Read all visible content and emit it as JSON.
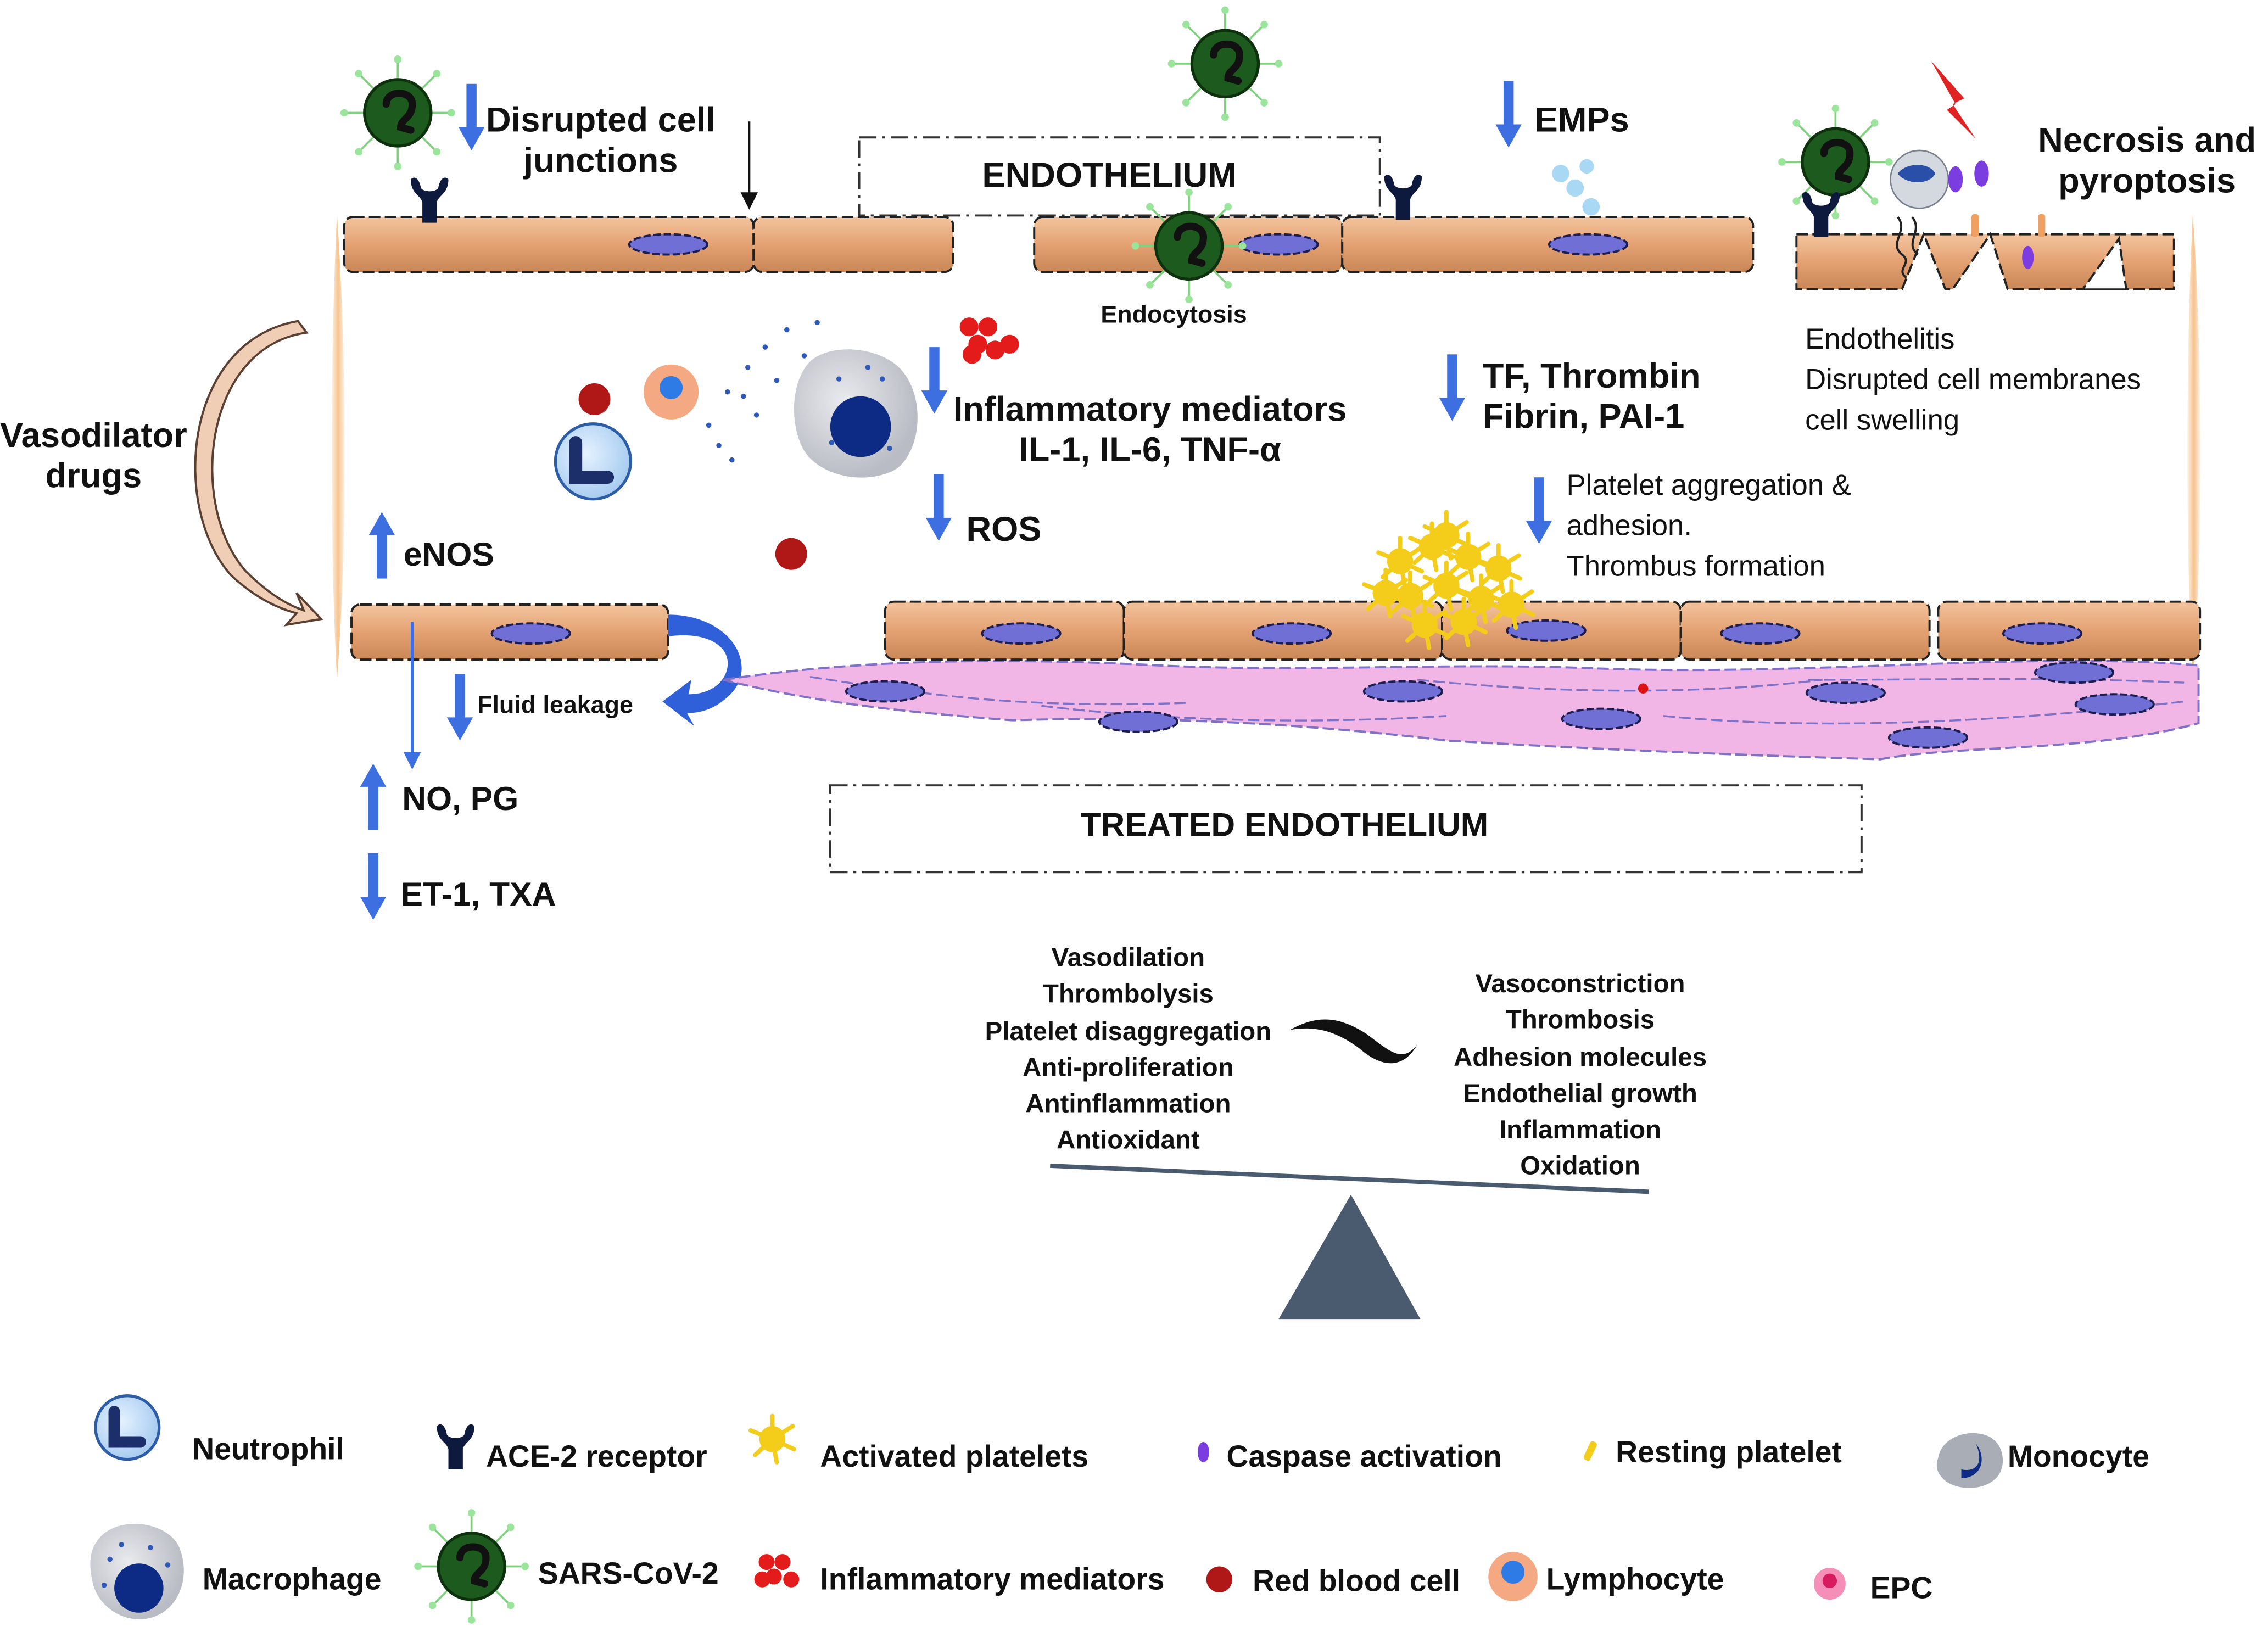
{
  "top_labels": {
    "disrupted_junctions": [
      "Disrupted cell",
      "junctions"
    ],
    "endothelium": "ENDOTHELIUM",
    "emps": "EMPs",
    "necrosis": [
      "Necrosis and",
      "pyroptosis"
    ],
    "endocytosis": "Endocytosis",
    "endothelitis": [
      "Endothelitis",
      "Disrupted cell membranes",
      "cell swelling"
    ]
  },
  "mid_labels": {
    "vasodilator": [
      "Vasodilator",
      "drugs"
    ],
    "inflammatory": [
      "Inflammatory mediators",
      "IL-1, IL-6, TNF-α"
    ],
    "ros": "ROS",
    "tf_thrombin": [
      "TF, Thrombin",
      "Fibrin, PAI-1"
    ],
    "platelet": [
      "Platelet aggregation &",
      "adhesion.",
      "Thrombus formation"
    ],
    "enos": "eNOS",
    "fluid_leakage": "Fluid leakage",
    "no_pg": "NO, PG",
    "et1_txa": "ET-1, TXA",
    "treated": "TREATED ENDOTHELIUM"
  },
  "balance": {
    "left": [
      "Vasodilation",
      "Thrombolysis",
      "Platelet disaggregation",
      "Anti-proliferation",
      "Antinflammation",
      "Antioxidant"
    ],
    "right": [
      "Vasoconstriction",
      "Thrombosis",
      "Adhesion molecules",
      "Endothelial growth",
      "Inflammation",
      "Oxidation"
    ]
  },
  "legend": {
    "neutrophil": "Neutrophil",
    "ace2": "ACE-2 receptor",
    "activated_platelets": "Activated platelets",
    "caspase": "Caspase activation",
    "resting_platelet": "Resting platelet",
    "monocyte": "Monocyte",
    "macrophage": "Macrophage",
    "sarscov2": "SARS-CoV-2",
    "inflammatory_mediators": "Inflammatory mediators",
    "rbc": "Red blood cell",
    "lymphocyte": "Lymphocyte",
    "epc": "EPC"
  },
  "colors": {
    "cell_fill": "#e7a97c",
    "nucleus": "#6f6fd6",
    "arrow_blue": "#3d6fe0",
    "virus_green": "#1d5a1d",
    "rbc_red": "#c01818",
    "smooth_muscle": "#f2b6e6",
    "scale_gray": "#4a5b70",
    "platelet_yellow": "#f4cd1a"
  }
}
